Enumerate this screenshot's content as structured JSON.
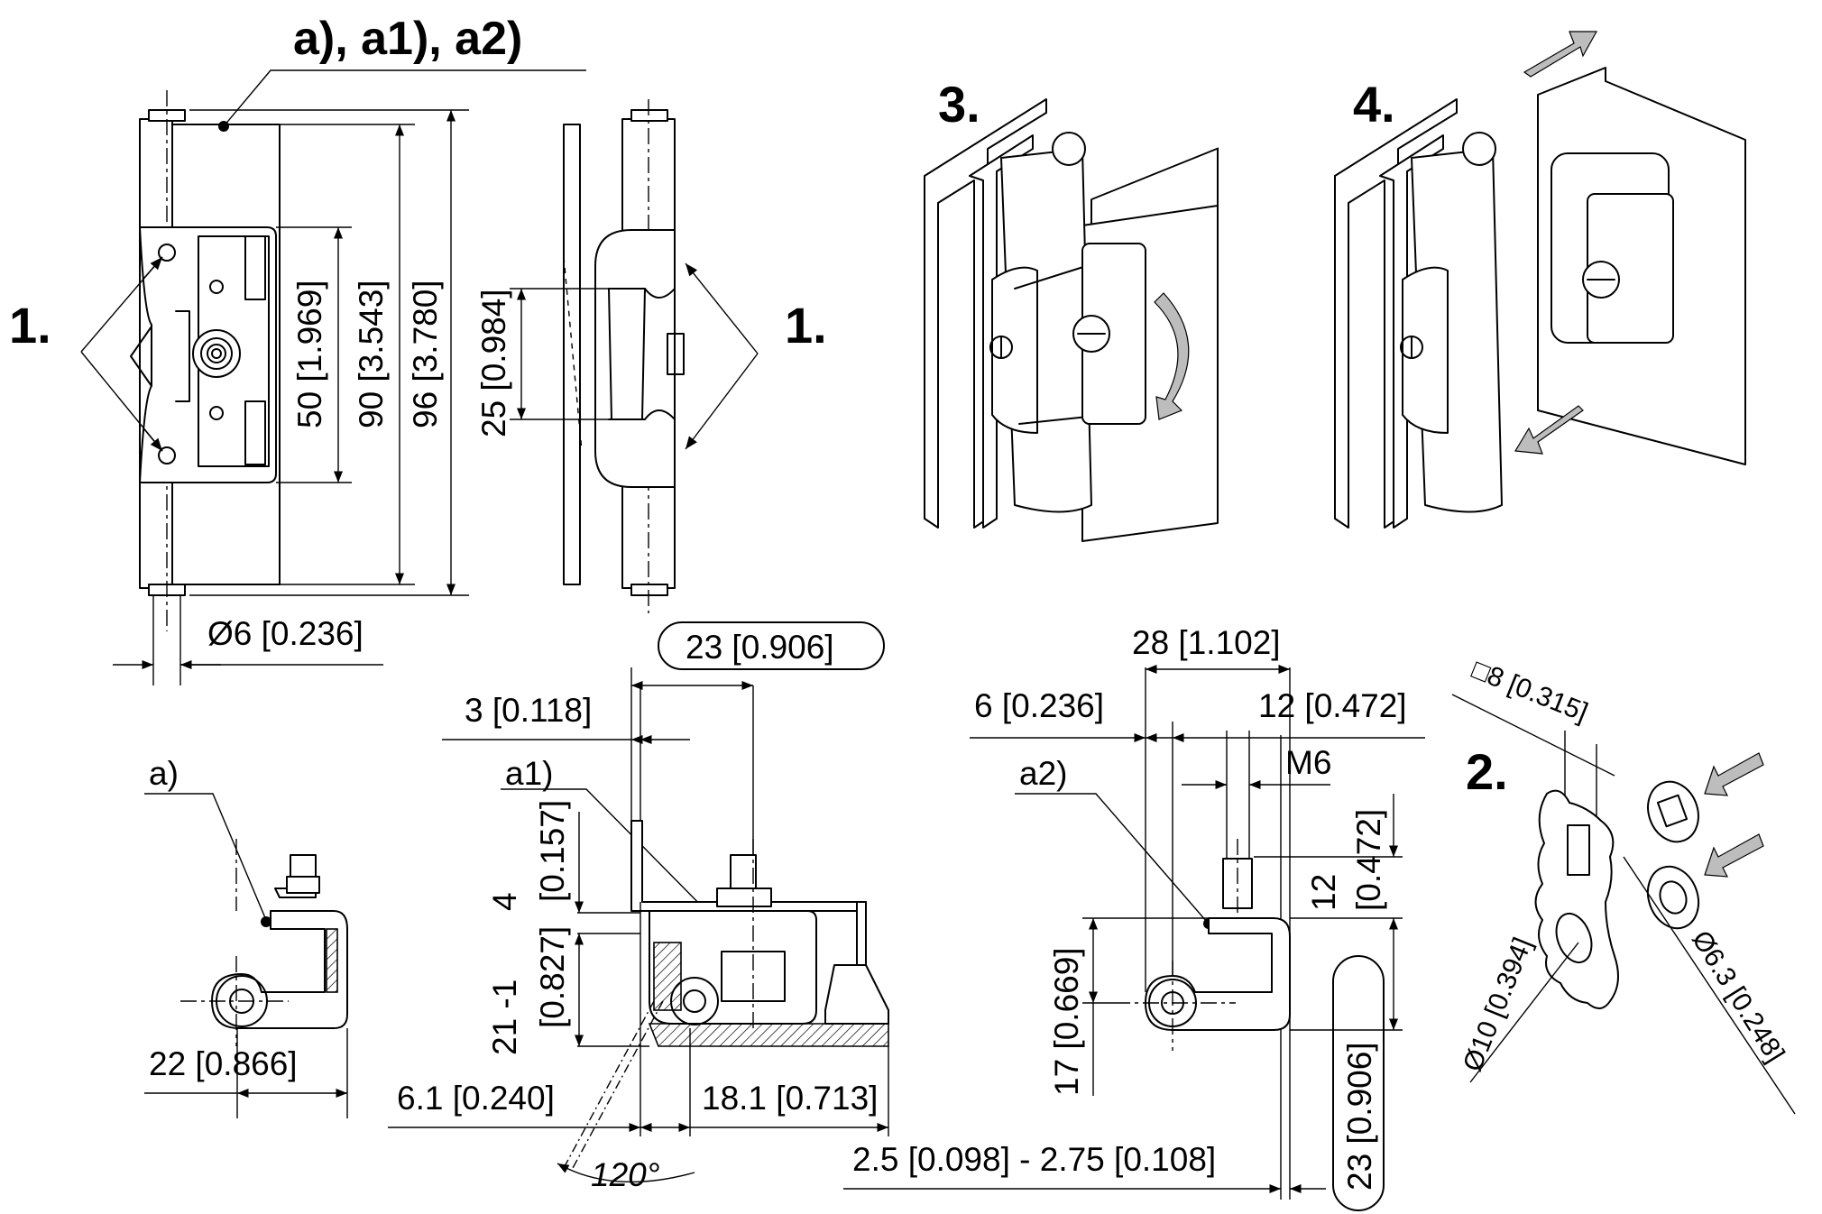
{
  "labels": {
    "title_refs": "a), a1), a2)",
    "step1_left": "1.",
    "step1_right": "1.",
    "step2": "2.",
    "step3": "3.",
    "step4": "4.",
    "ref_a": "a)",
    "ref_a1": "a1)",
    "ref_a2": "a2)"
  },
  "dimensions": {
    "d50": "50 [1.969]",
    "d90": "90 [3.543]",
    "d96": "96 [3.780]",
    "d25": "25 [0.984]",
    "dia6": "Ø6 [0.236]",
    "d23_top": "23 [0.906]",
    "d3": "3 [0.118]",
    "d4": "4",
    "d4_in": "[0.157]",
    "d21": "21  -1",
    "d21_in": "[0.827]",
    "d22": "22 [0.866]",
    "d6_1": "6.1 [0.240]",
    "d18_1": "18.1 [0.713]",
    "angle": "120°",
    "d28": "28 [1.102]",
    "d6": "6 [0.236]",
    "d12_top": "12 [0.472]",
    "m6": "M6",
    "d12": "12",
    "d12_in": "[0.472]",
    "d17": "17 [0.669]",
    "d23_side": "23 [0.906]",
    "d2_5": "2.5 [0.098] - 2.75 [0.108]",
    "sq8": "□8 [0.315]",
    "dia10": "Ø10 [0.394]",
    "dia6_3": "Ø6.3 [0.248]"
  }
}
